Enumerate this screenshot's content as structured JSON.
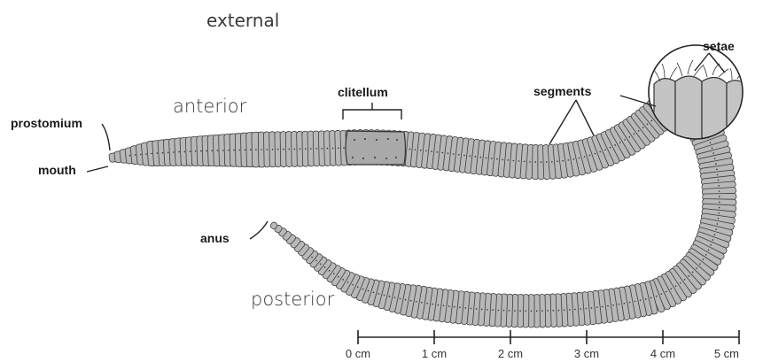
{
  "title": "external",
  "labels": {
    "anterior": "anterior",
    "posterior": "posterior",
    "prostomium": "prostomium",
    "mouth": "mouth",
    "anus": "anus",
    "clitellum": "clitellum",
    "segments": "segments",
    "setae": "setae"
  },
  "scale_bar": {
    "ticks": [
      "0 cm",
      "1 cm",
      "2 cm",
      "3 cm",
      "4 cm",
      "5 cm"
    ]
  },
  "colors": {
    "body": "#b8b8b8",
    "outline": "#3d3d3d",
    "clitellum": "#a9a9a9",
    "text": "#1a1a1a"
  }
}
